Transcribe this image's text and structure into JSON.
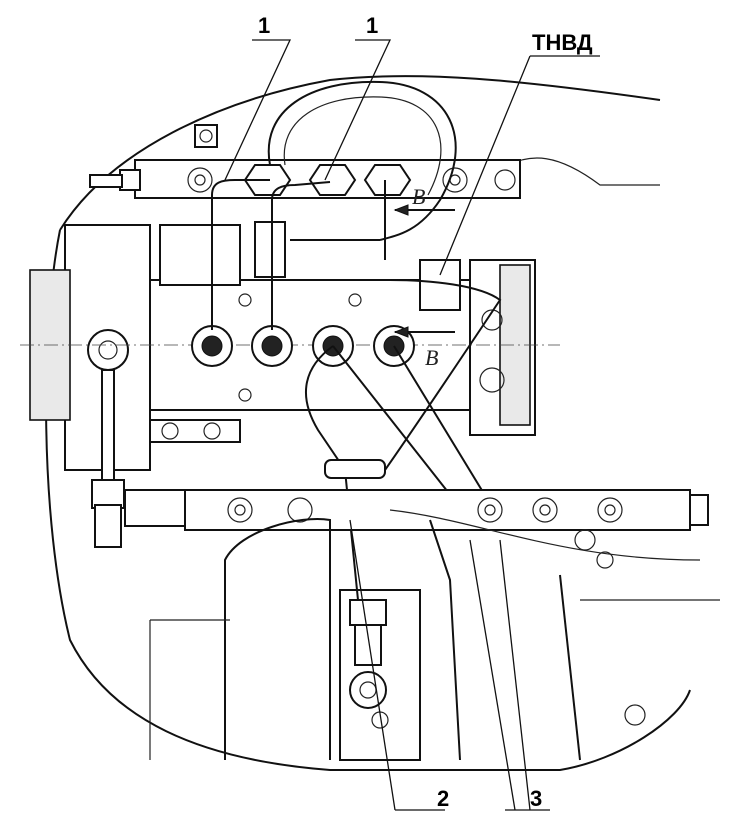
{
  "labels": {
    "pipe_1_left": "1",
    "pipe_1_right": "1",
    "pump": "ТНВД",
    "pipe_2": "2",
    "pipe_3": "3",
    "view_b_top": "B",
    "view_b_mid": "B"
  }
}
